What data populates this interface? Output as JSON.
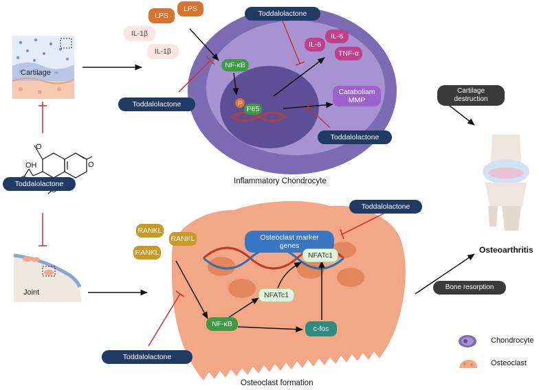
{
  "labels": {
    "cartilage": "Cartilage",
    "joint": "Joint",
    "lps_1": "LPS",
    "lps_2": "LPS",
    "il1b_1": "IL-1β",
    "il1b_2": "IL-1β",
    "nfkb_top": "NF-κB",
    "p65": "P65",
    "p_marker": "P",
    "il6_1": "IL-6",
    "il6_2": "IL-6",
    "tnfa": "TNF-α",
    "catabolism_line1": "Cataboliam",
    "catabolism_line2": "MMP",
    "toddalolactone": "Toddalolactone",
    "inflammatory_chondrocyte": "Inflammatory Chondrocyte",
    "cartilage_destruction_line1": "Cartilage",
    "cartilage_destruction_line2": "destruction",
    "osteoarthritis": "Osteoarthritis",
    "bone_resorption": "Bone resorption",
    "rankl_1": "RANKL",
    "rankl_2": "RANKL",
    "rankl_3": "RANKL",
    "osteoclast_marker_line1": "Osteoclast marker",
    "osteoclast_marker_line2": "genes",
    "nfatc1_1": "NFATc1",
    "nfatc1_2": "NFATc1",
    "nfkb_bottom": "NF-κB",
    "cfos": "c-fos",
    "osteoclast_formation": "Osteoclast formation",
    "legend_chondrocyte": "Chondrocyte",
    "legend_osteoclast": "Osteoclast",
    "chem_o1": "O",
    "chem_o2": "O",
    "chem_o3": "O",
    "chem_oh1": "OH",
    "chem_ho": "HO"
  },
  "colors": {
    "inhibitor": "#d42b2b",
    "arrow": "#111111",
    "navy": "#1f3b63",
    "chondrocyte_outer": "#7b6bb3",
    "chondrocyte_inner": "#a893d2",
    "nucleus": "#5d4f95",
    "osteoclast": "#f2a787",
    "dna_red": "#c0392b",
    "dna_blue": "#2e6fb0"
  }
}
